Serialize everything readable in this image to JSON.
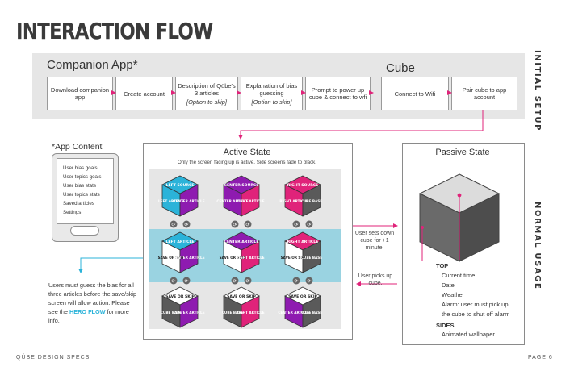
{
  "page_title": "INTERACTION FLOW",
  "setup": {
    "companion_label": "Companion App*",
    "cube_label": "Cube",
    "side_label": "INITIAL SETUP",
    "steps": [
      {
        "text": "Download companion app",
        "note": ""
      },
      {
        "text": "Create account",
        "note": ""
      },
      {
        "text": "Description of Qübe's 3 articles",
        "note": "[Option to skip]"
      },
      {
        "text": "Explanation of bias guessing",
        "note": "[Option to skip]"
      },
      {
        "text": "Prompt to power up cube & connect to wfi",
        "note": ""
      },
      {
        "text": "Connect to Wifi",
        "note": ""
      },
      {
        "text": "Pair cube to app account",
        "note": ""
      }
    ]
  },
  "app_content": {
    "title": "*App Content",
    "items": [
      "User bias goals",
      "User topics goals",
      "User bias stats",
      "User topics stats",
      "Saved articles",
      "Settings"
    ]
  },
  "active_state": {
    "title": "Active State",
    "subtitle": "Only the screen facing up is active. Side screens fade to black.",
    "cubes": [
      {
        "top": "LEFT SOURCE",
        "left": "LEFT ARTICLE",
        "right": "CENTER ARTICLE",
        "accent": "#2bb3d9",
        "right_color": "#8e1bb0"
      },
      {
        "top": "CENTER SOURCE",
        "left": "CENTER ARTICLE",
        "right": "RIGHT ARTICLE",
        "accent": "#8e1bb0",
        "right_color": "#e0237a"
      },
      {
        "top": "RIGHT SOURCE",
        "left": "RIGHT ARTICLE",
        "right": "CUBE BASE",
        "accent": "#e0237a",
        "right_color": "#5a5a5a"
      },
      {
        "top": "LEFT ARTICLE",
        "left": "SAVE OR SKIP",
        "right": "CENTER ARTICLE",
        "accent": "#2bb3d9",
        "right_color": "#8e1bb0"
      },
      {
        "top": "CENTER ARTICLE",
        "left": "SAVE OR SKIP",
        "right": "RIGHT ARTICLE",
        "accent": "#8e1bb0",
        "right_color": "#e0237a"
      },
      {
        "top": "RIGHT ARTICLE",
        "left": "SAVE OR SKIP",
        "right": "CUBE BASE",
        "accent": "#e0237a",
        "right_color": "#5a5a5a"
      },
      {
        "top": "SAVE OR SKIP",
        "left": "CUBE BASE",
        "right": "CENTER ARTICLE",
        "accent": "#ffffff",
        "right_color": "#8e1bb0"
      },
      {
        "top": "SAVE OR SKIP",
        "left": "CUBE BASE",
        "right": "RIGHT ARTICLE",
        "accent": "#ffffff",
        "right_color": "#e0237a"
      },
      {
        "top": "SAVE OR SKIP",
        "left": "CENTER ARTICLE",
        "right": "CUBE BASE",
        "accent": "#ffffff",
        "right_color": "#5a5a5a"
      }
    ],
    "rotate_glyph": "⟳"
  },
  "transitions": {
    "to_passive": "User sets down cube for +1 minute.",
    "to_active": "User picks up cube."
  },
  "passive_state": {
    "title": "Passive State",
    "top_label": "TOP",
    "top_items": [
      "Current time",
      "Date",
      "Weather",
      "Alarm: user must pick up",
      "the cube to shut off alarm"
    ],
    "sides_label": "SIDES",
    "sides_items": [
      "Animated wallpaper"
    ]
  },
  "normal_usage_label": "NORMAL USAGE",
  "bias_note": {
    "text": "Users must guess the bias for all three articles before the save/skip screen will allow action. Please see the",
    "link": "HERO FLOW",
    "tail": "for more info."
  },
  "footer": {
    "left": "QÜBE DESIGN SPECS",
    "right": "PAGE 6"
  },
  "colors": {
    "accent_pink": "#e0237a",
    "accent_cyan": "#2bb3d9",
    "accent_purple": "#8e1bb0",
    "cube_grey": "#5a5a5a"
  }
}
